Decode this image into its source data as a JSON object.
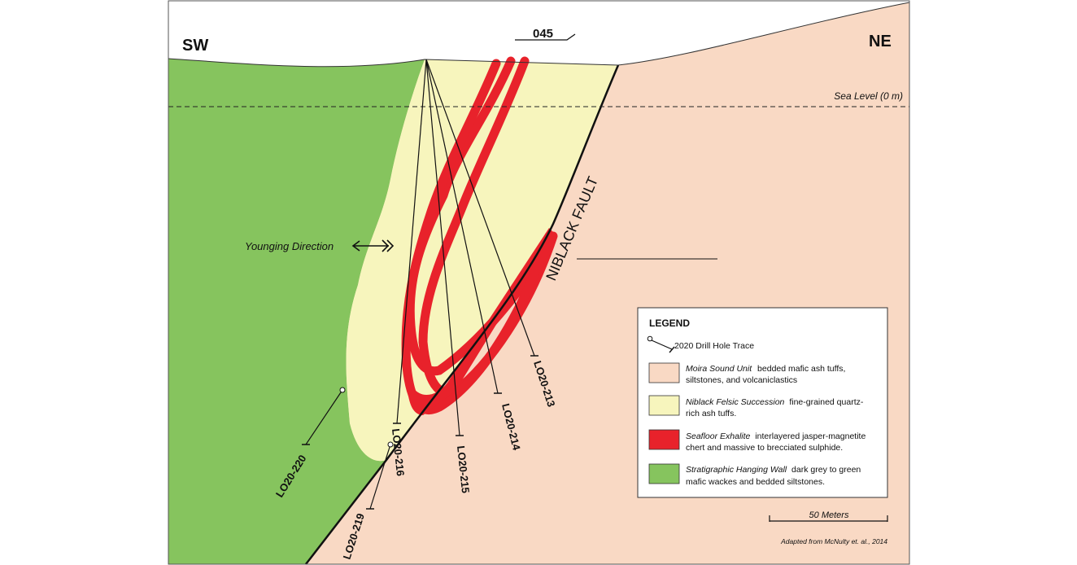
{
  "section": {
    "orientation_left": "SW",
    "orientation_right": "NE",
    "azimuth": "045",
    "sea_level_label": "Sea Level (0 m)",
    "younging_label": "Younging Direction",
    "fault_label": "NIBLACK FAULT",
    "credit": "Adapted from McNulty et. al., 2014",
    "scale_label": "50 Meters"
  },
  "drill_holes": [
    {
      "id": "LO20-213"
    },
    {
      "id": "LO20-214"
    },
    {
      "id": "LO20-215"
    },
    {
      "id": "LO20-216"
    },
    {
      "id": "LO20-219"
    },
    {
      "id": "LO20-220"
    }
  ],
  "legend": {
    "title": "LEGEND",
    "drill_trace_label": "2020 Drill Hole Trace",
    "units": [
      {
        "name": "Moira Sound Unit",
        "line1": "bedded mafic ash tuffs,",
        "line2": "siltstones, and volcaniclastics",
        "color": "#f9d9c4"
      },
      {
        "name": "Niblack Felsic Succession",
        "line1": "fine-grained quartz-",
        "line2": "rich ash tuffs.",
        "color": "#f7f5bd"
      },
      {
        "name": "Seafloor Exhalite",
        "line1": "interlayered jasper-magnetite",
        "line2": "chert and massive to brecciated sulphide.",
        "color": "#e8222b"
      },
      {
        "name": "Stratigraphic Hanging Wall",
        "line1": "dark grey to green",
        "line2": "mafic wackes and bedded siltstones.",
        "color": "#86c45e"
      }
    ]
  }
}
